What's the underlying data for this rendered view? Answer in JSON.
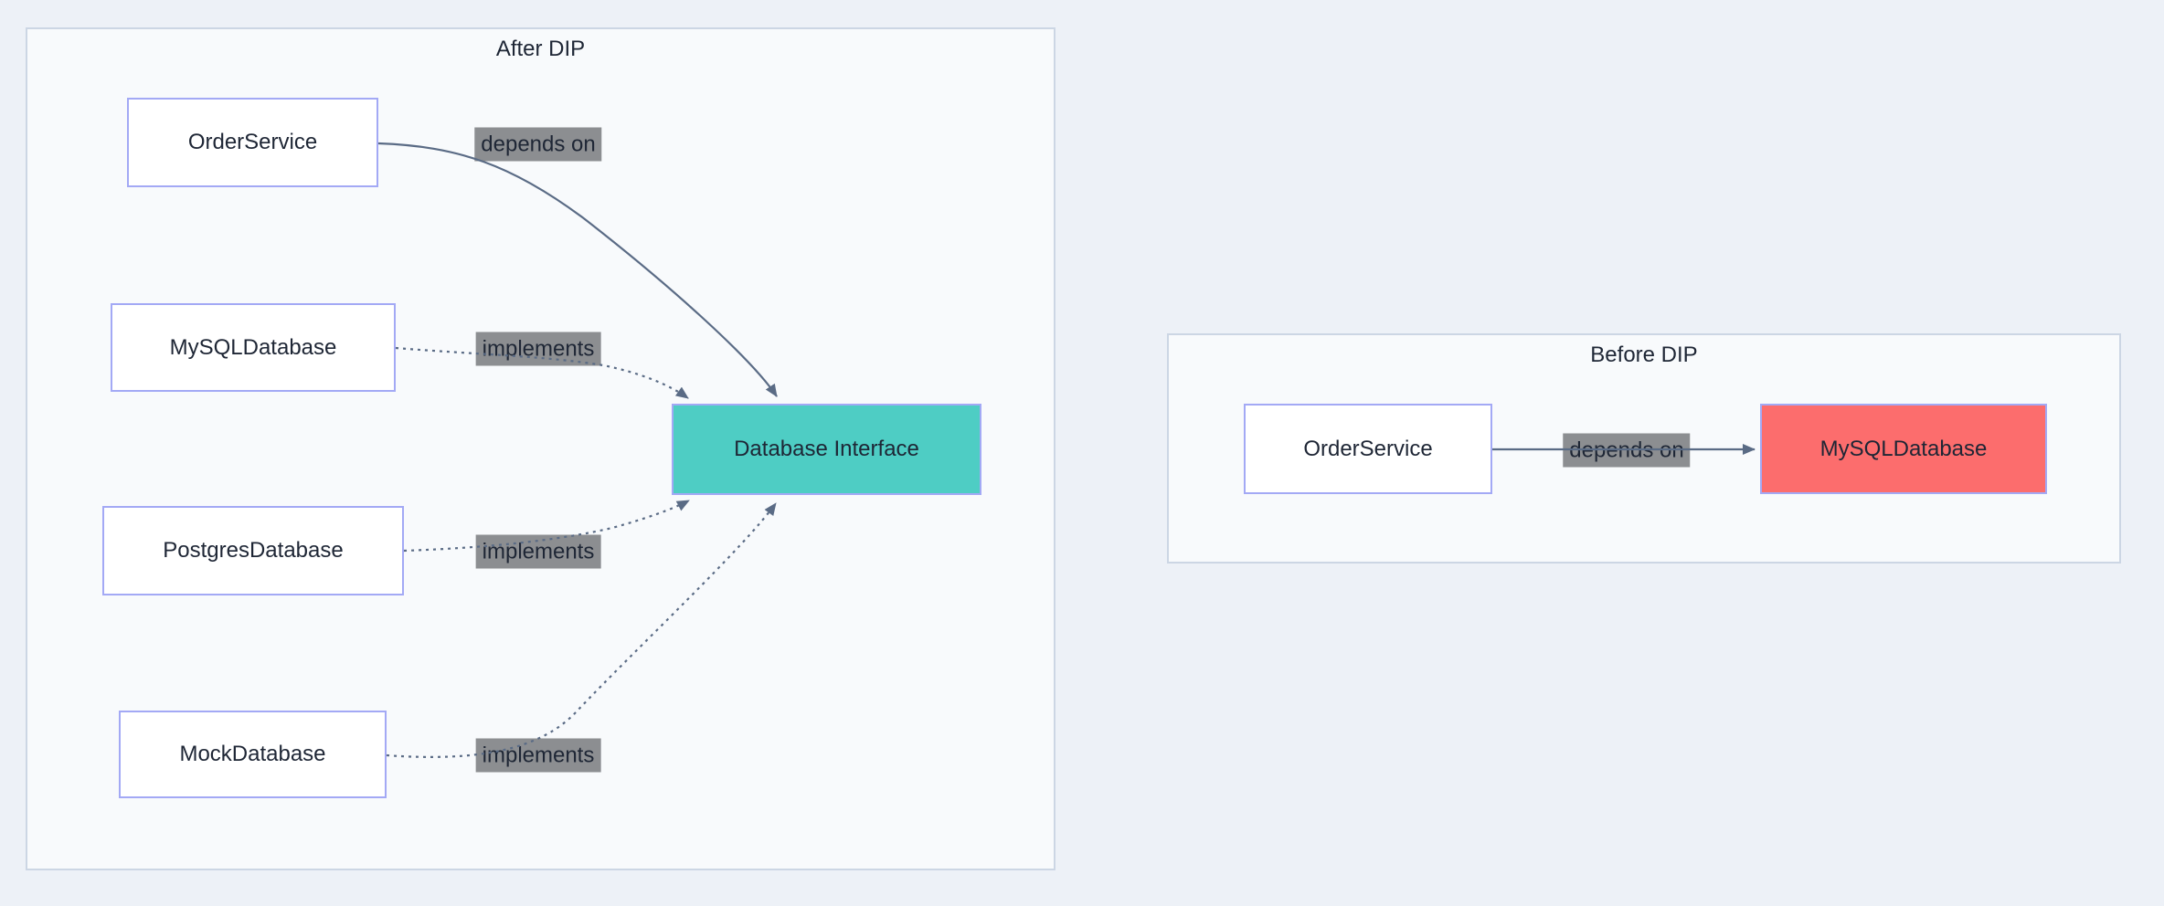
{
  "colors": {
    "canvas_bg": "#edf1f7",
    "panel_bg": "#f8fafc",
    "panel_border": "#ccd6e4",
    "node_bg": "#ffffff",
    "node_border": "#a3a9f5",
    "interface_bg": "#4ecdc4",
    "concrete_bg": "#fc6d6d",
    "edge": "#5a6b85",
    "edge_label_bg": "#8c8e91",
    "text": "#1e2635"
  },
  "after_panel": {
    "title": "After DIP",
    "nodes": {
      "order_service": "OrderService",
      "mysql_database": "MySQLDatabase",
      "postgres_database": "PostgresDatabase",
      "mock_database": "MockDatabase",
      "database_interface": "Database Interface"
    },
    "edge_labels": {
      "order_depends_on": "depends on",
      "mysql_implements": "implements",
      "postgres_implements": "implements",
      "mock_implements": "implements"
    }
  },
  "before_panel": {
    "title": "Before DIP",
    "nodes": {
      "order_service": "OrderService",
      "mysql_database": "MySQLDatabase"
    },
    "edge_labels": {
      "order_depends_on": "depends on"
    }
  }
}
